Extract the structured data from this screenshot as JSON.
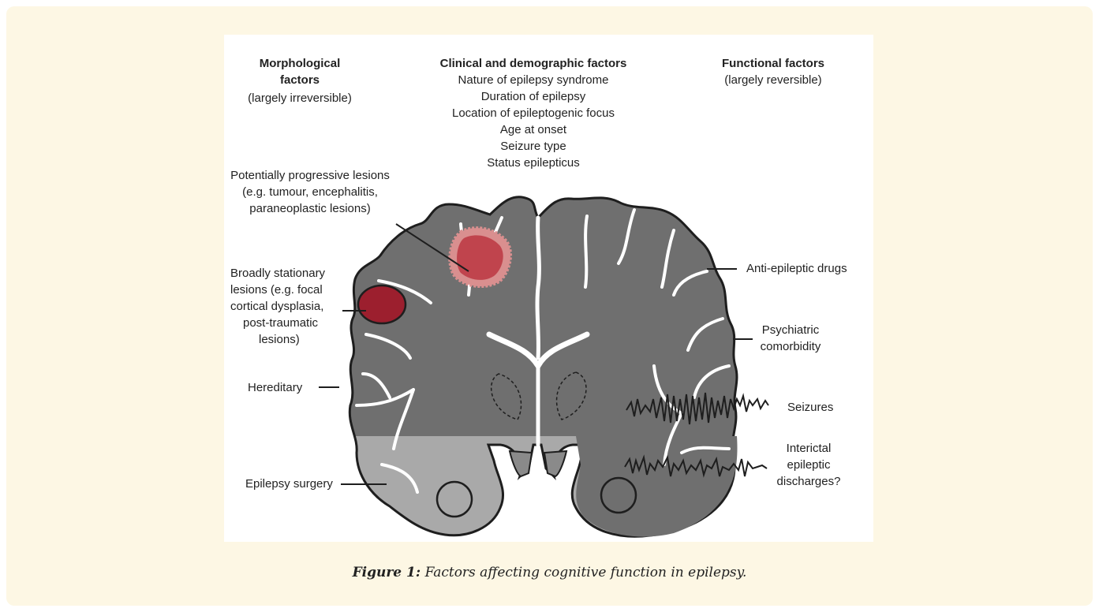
{
  "header": {
    "morphological": {
      "title_1": "Morphological",
      "title_2": "factors",
      "subtitle": "(largely irreversible)"
    },
    "clinical": {
      "title": "Clinical and demographic factors",
      "items": [
        "Nature of epilepsy syndrome",
        "Duration of epilepsy",
        "Location of epileptogenic focus",
        "Age at onset",
        "Seizure type",
        "Status epilepticus"
      ]
    },
    "functional": {
      "title": "Functional factors",
      "subtitle": "(largely reversible)"
    }
  },
  "labels": {
    "progressive": [
      "Potentially progressive lesions",
      "(e.g. tumour, encephalitis,",
      "paraneoplastic lesions)"
    ],
    "stationary": [
      "Broadly stationary",
      "lesions (e.g. focal",
      "cortical dysplasia,",
      "post-traumatic",
      "lesions)"
    ],
    "hereditary": "Hereditary",
    "surgery": "Epilepsy surgery",
    "drugs": "Anti-epileptic drugs",
    "psychiatric": [
      "Psychiatric",
      "comorbidity"
    ],
    "seizures": "Seizures",
    "interictal": [
      "Interictal",
      "epileptic",
      "discharges?"
    ]
  },
  "colors": {
    "panel_bg": "#fdf7e4",
    "brain": "#6f6f6f",
    "brain_resected": "#a9a9a9",
    "outline": "#1e1e1e",
    "lesion_stationary": "#9c1f2e",
    "lesion_progressive": "#c0444d",
    "lesion_halo": "#d98f8f"
  },
  "caption": {
    "label": "Figure 1:",
    "text": "Factors affecting cognitive function in epilepsy."
  }
}
